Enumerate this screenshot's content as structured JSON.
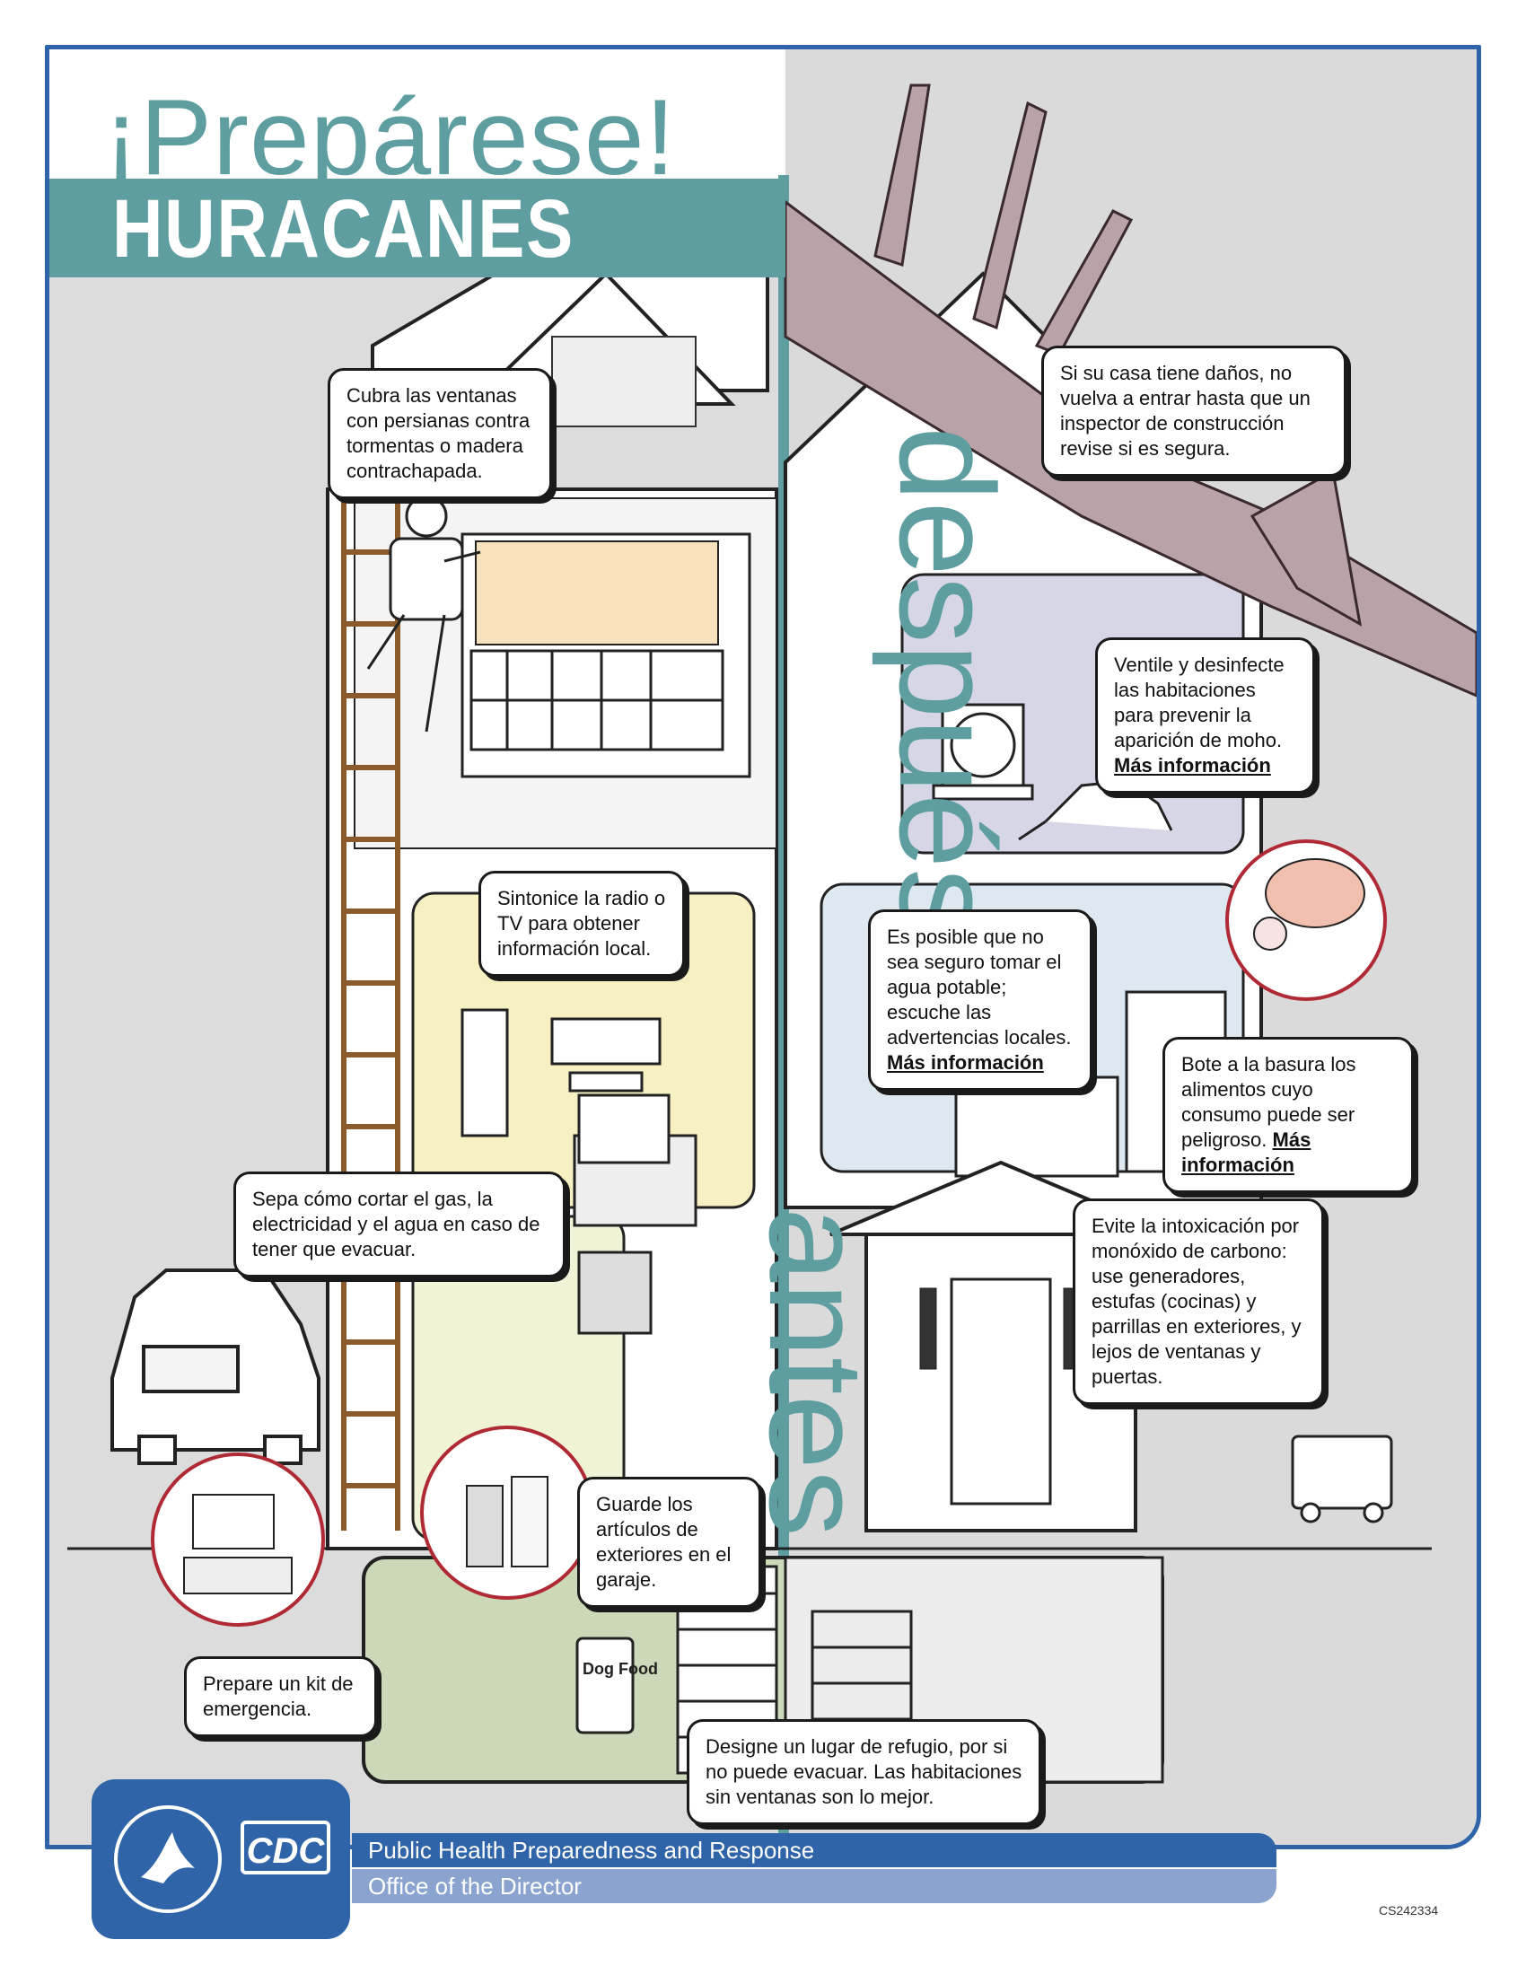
{
  "header": {
    "title": "¡Prepárese!",
    "subtitle": "HURACANES"
  },
  "vertical_words": {
    "before": "antes",
    "after": "después"
  },
  "callouts": {
    "windows": "Cubra las ventanas con persianas contra tormentas o madera contrachapada.",
    "radio": "Sintonice la radio o TV para obtener información local.",
    "utilities": "Sepa cómo cortar el gas, la electricidad y el agua en caso de tener que evacuar.",
    "outdoor": "Guarde los artículos de exteriores en el garaje.",
    "kit": "Prepare un kit de emergencia.",
    "shelter": "Designe un lugar de refugio, por si no puede evacuar. Las habitaciones sin ventanas son lo mejor.",
    "damage": "Si su casa tiene daños, no vuelva a entrar hasta que un inspector de construcción revise si es segura.",
    "mold_text": "Ventile y desinfecte las habitaciones para prevenir la aparición de moho.",
    "mold_link": "Más información",
    "water_text": "Es posible que no sea seguro tomar el agua potable; escuche las advertencias locales.",
    "water_link": "Más información",
    "food_text": "Bote a la basura los alimentos cuyo consumo puede ser peligroso.",
    "food_link": "Más información",
    "co": "Evite la intoxicación por monóxido de carbono: use generadores, estufas (cocinas) y parrillas en exteriores, y lejos de ventanas y puertas."
  },
  "illustration_text": {
    "dog_food": "Dog Food"
  },
  "footer": {
    "line1": "Public Health Preparedness and Response",
    "line2": "Office of the Director",
    "logo": "CDC",
    "code": "CS242334"
  },
  "colors": {
    "teal": "#5f9ea0",
    "blue": "#2f64a8",
    "gray_bg": "#d9d9d9",
    "red_circle": "#b02a35"
  }
}
